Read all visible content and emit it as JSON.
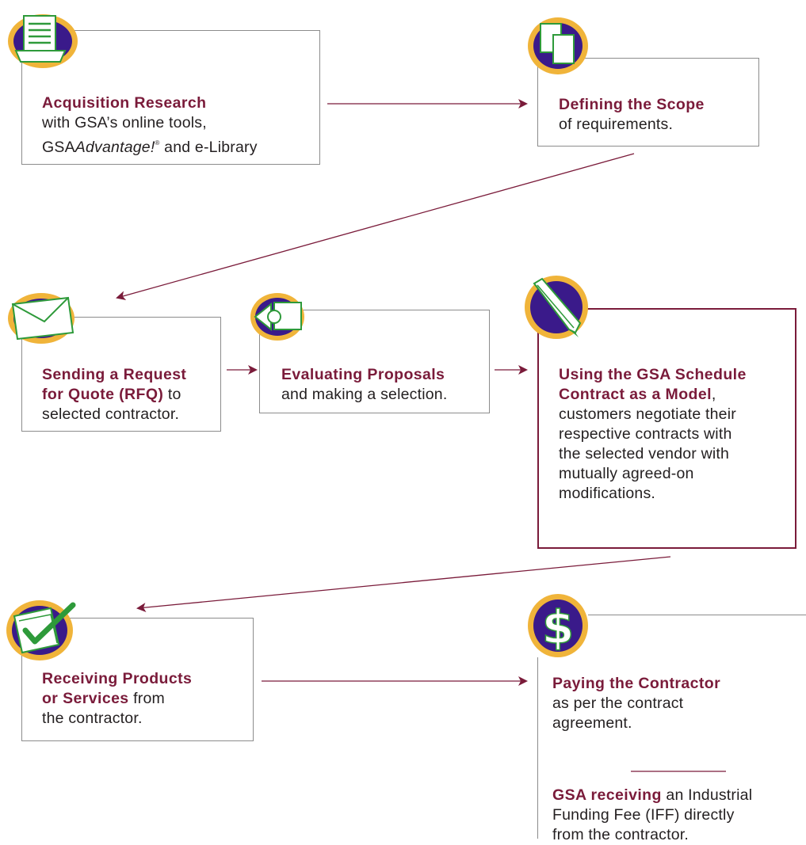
{
  "colors": {
    "accent": "#7a1b3a",
    "border": "#8c8c8c",
    "icon_ring": "#f0b43a",
    "icon_fill": "#3a1a8a",
    "icon_line": "#2e9a3a"
  },
  "icons": [
    "document-tray-icon",
    "pages-icon",
    "envelope-icon",
    "shapes-icon",
    "pencil-icon",
    "checkbox-icon",
    "dollar-icon"
  ],
  "steps": {
    "research": {
      "title": "Acquisition Research",
      "line1": "with GSA’s online tools,",
      "line2_prefix": "GSA",
      "line2_italic": "Advantage!",
      "line2_reg": "®",
      "line2_suffix": " and e-Library"
    },
    "scope": {
      "title": "Defining the Scope",
      "body": "of requirements."
    },
    "rfq": {
      "title_line1": "Sending a Request",
      "title_line2": "for Quote (RFQ)",
      "title_tail": " to",
      "body": "selected contractor."
    },
    "evaluate": {
      "title": "Evaluating Proposals",
      "body": "and making a selection."
    },
    "model": {
      "title_line1": "Using the GSA Schedule",
      "title_line2": "Contract as a Model",
      "title_tail": ",",
      "body_lines": [
        "customers negotiate their",
        "respective contracts with",
        "the selected vendor with",
        "mutually agreed-on",
        "modifications."
      ]
    },
    "receive": {
      "title_line1": "Receiving Products",
      "title_line2": "or Services",
      "title_tail": " from",
      "body": "the contractor."
    },
    "pay": {
      "title": "Paying the Contractor",
      "body_lines": [
        "as per the contract",
        "agreement."
      ]
    },
    "iff": {
      "title": "GSA receiving",
      "line1_tail": " an Industrial",
      "body_lines": [
        "Funding Fee (IFF) directly",
        "from the contractor."
      ]
    }
  }
}
